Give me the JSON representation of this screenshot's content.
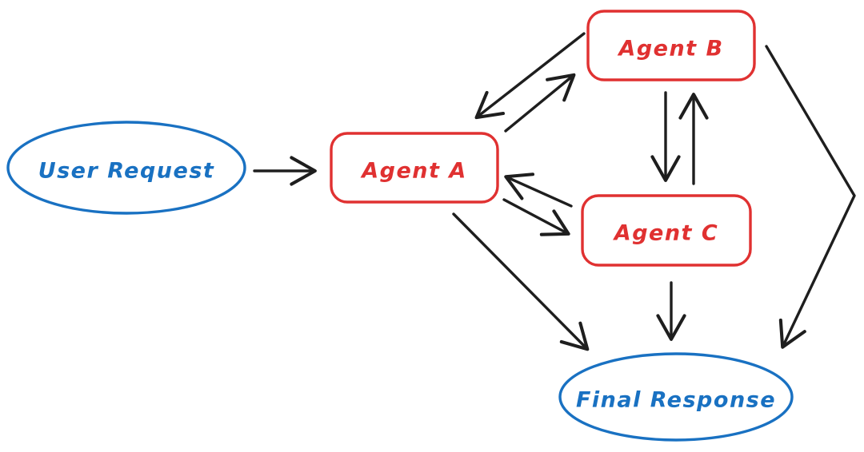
{
  "diagram": {
    "kind": "hand-drawn flow diagram",
    "colors": {
      "blue": "#1971c2",
      "red": "#e03131",
      "arrow_black": "#1e1e1e",
      "background": "#ffffff"
    },
    "nodes": [
      {
        "id": "user-request",
        "label": "User Request",
        "shape": "ellipse",
        "color": "#1971c2"
      },
      {
        "id": "agent-a",
        "label": "Agent A",
        "shape": "rounded-rect",
        "color": "#e03131"
      },
      {
        "id": "agent-b",
        "label": "Agent B",
        "shape": "rounded-rect",
        "color": "#e03131"
      },
      {
        "id": "agent-c",
        "label": "Agent C",
        "shape": "rounded-rect",
        "color": "#e03131"
      },
      {
        "id": "final-response",
        "label": "Final Response",
        "shape": "ellipse",
        "color": "#1971c2"
      }
    ],
    "edges": [
      {
        "from": "user-request",
        "to": "agent-a"
      },
      {
        "from": "agent-a",
        "to": "agent-b"
      },
      {
        "from": "agent-b",
        "to": "agent-a"
      },
      {
        "from": "agent-a",
        "to": "agent-c"
      },
      {
        "from": "agent-c",
        "to": "agent-a"
      },
      {
        "from": "agent-b",
        "to": "agent-c"
      },
      {
        "from": "agent-c",
        "to": "agent-b"
      },
      {
        "from": "agent-a",
        "to": "final-response"
      },
      {
        "from": "agent-c",
        "to": "final-response"
      },
      {
        "from": "agent-b",
        "to": "final-response"
      }
    ]
  }
}
